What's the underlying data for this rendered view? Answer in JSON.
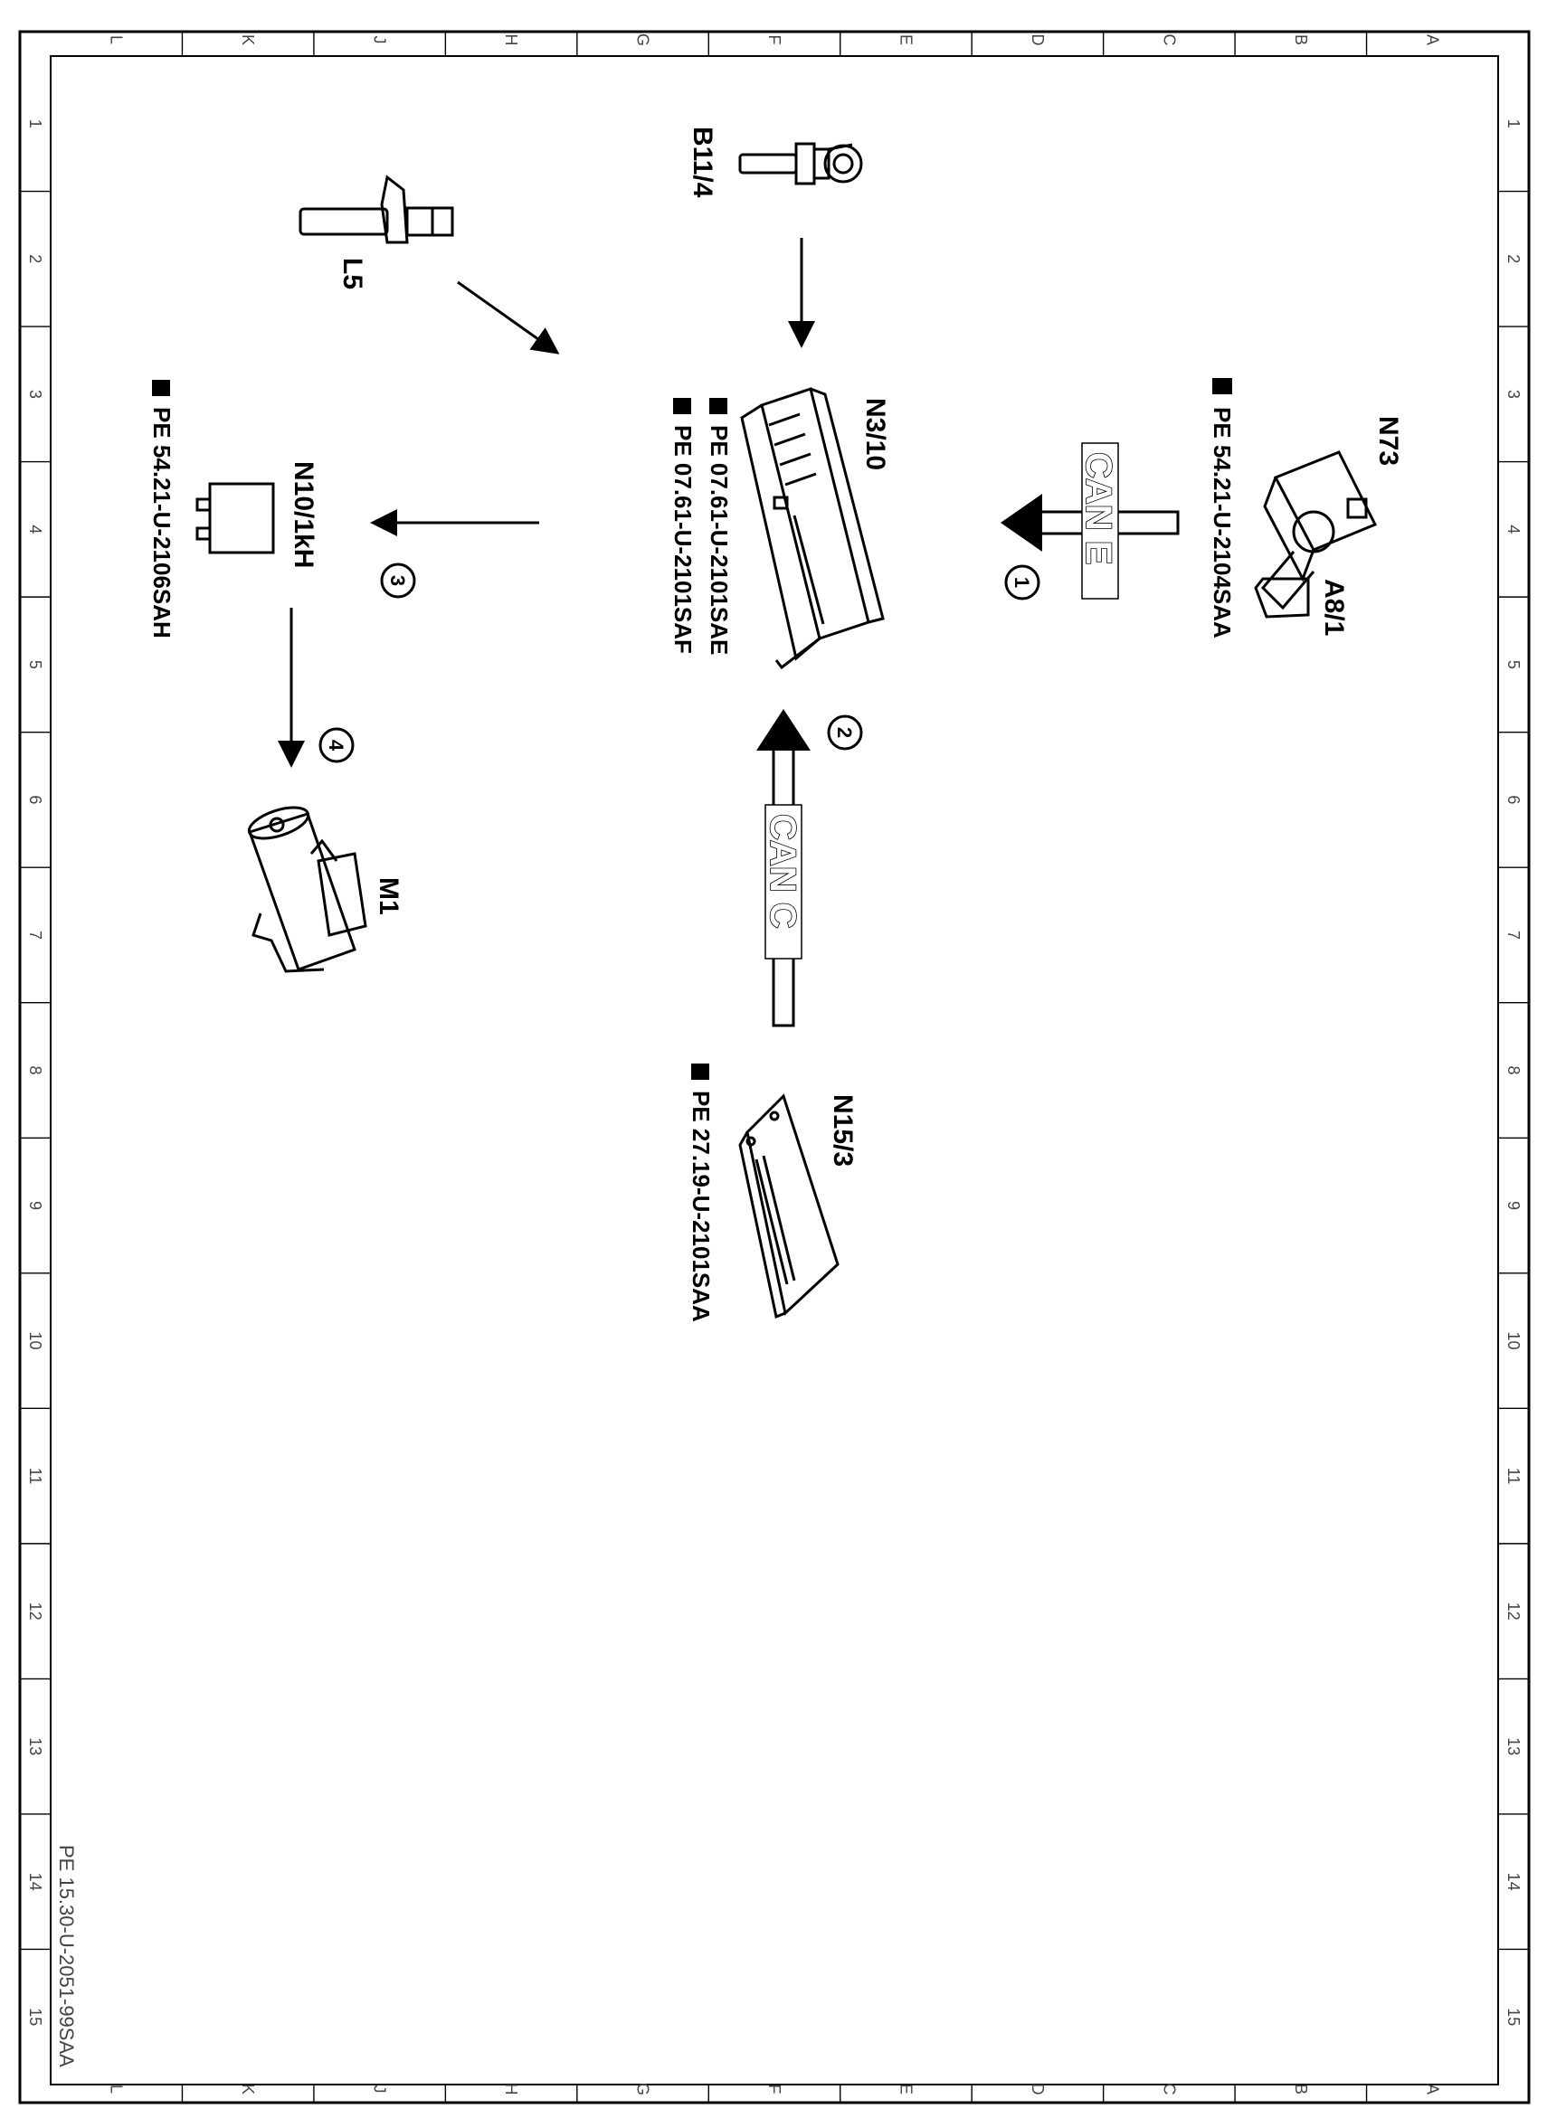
{
  "grid": {
    "columns": [
      "L",
      "K",
      "J",
      "H",
      "G",
      "F",
      "E",
      "D",
      "C",
      "B",
      "A"
    ],
    "rows": [
      "1",
      "2",
      "3",
      "4",
      "5",
      "6",
      "7",
      "8",
      "9",
      "10",
      "11",
      "12",
      "13",
      "14",
      "15"
    ]
  },
  "components": {
    "b11_4": "B11/4",
    "l5": "L5",
    "n3_10": "N3/10",
    "n73": "N73",
    "a8_1": "A8/1",
    "n10_1kh": "N10/1kH",
    "m1": "M1",
    "n15_3": "N15/3"
  },
  "buses": {
    "can_e": "CAN E",
    "can_c": "CAN C"
  },
  "steps": [
    "1",
    "2",
    "3",
    "4"
  ],
  "references": {
    "n73": "PE 54.21-U-2104SAA",
    "n3_10_a": "PE 07.61-U-2101SAE",
    "n3_10_b": "PE 07.61-U-2101SAF",
    "n10": "PE 54.21-U-2106SAH",
    "n15_3": "PE 27.19-U-2101SAA"
  },
  "sheet_id": "PE 15.30-U-2051-99SAA"
}
